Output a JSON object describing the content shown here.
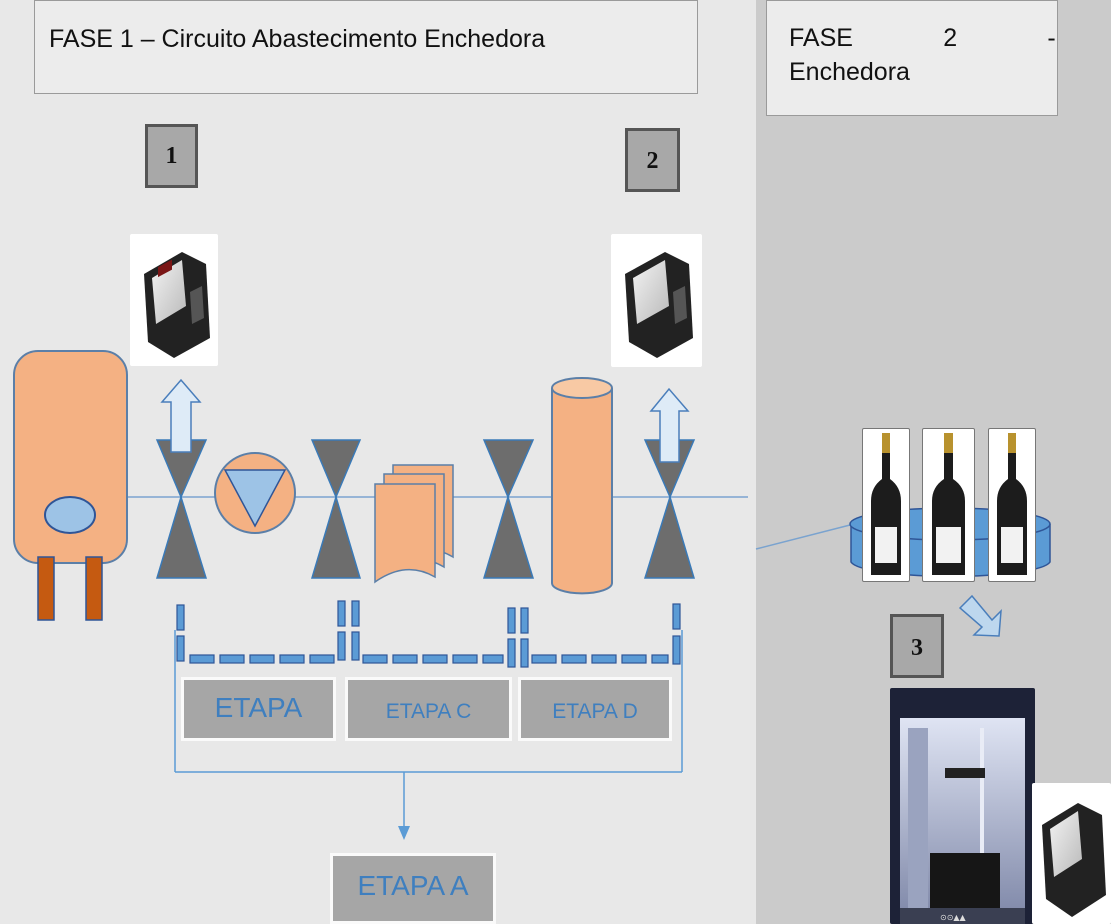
{
  "phase1": {
    "title": "FASE 1 – Circuito Abastecimento Enchedora"
  },
  "phase2": {
    "title_line1": "FASE             2             -",
    "title_line2": "Enchedora"
  },
  "markers": {
    "m1": "1",
    "m2": "2",
    "m3": "3"
  },
  "etapas": {
    "b": "ETAPA",
    "c": "ETAPA C",
    "d": "ETAPA D",
    "a": "ETAPA A"
  },
  "colors": {
    "vessel": "#f4b183",
    "valve": "#6d6d6d",
    "pipe": "#7aa3cf",
    "dash": "#5b9bd5",
    "dash_stroke": "#2f5597",
    "leg": "#c55a11"
  },
  "icons": {
    "meter": "density-meter-icon",
    "bottle": "wine-bottle-icon",
    "filler": "filling-machine-icon"
  }
}
